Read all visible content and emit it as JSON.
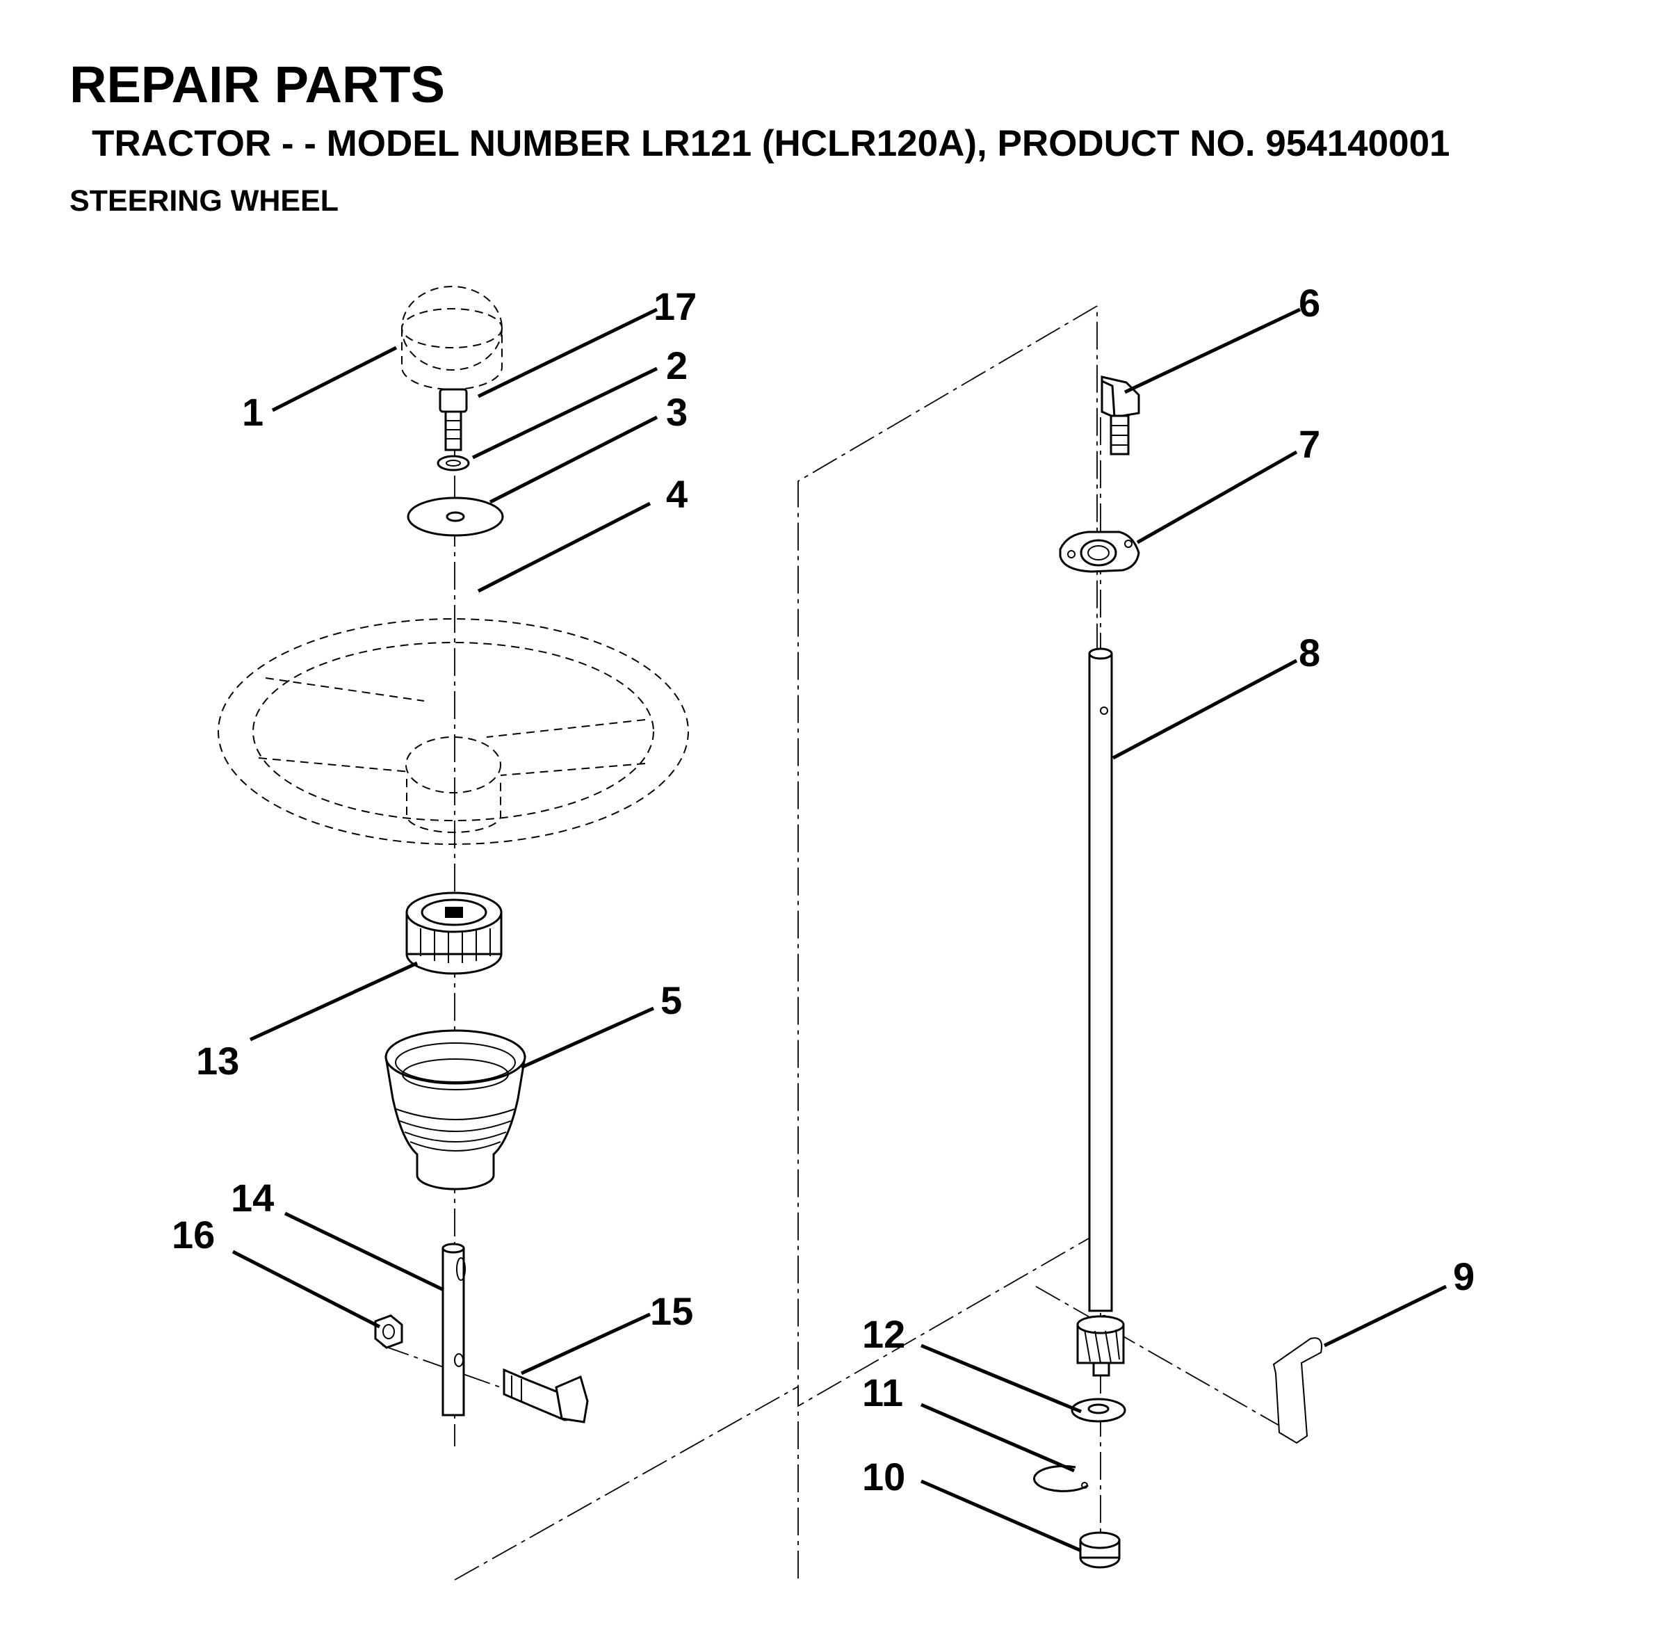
{
  "header": {
    "title": "REPAIR PARTS",
    "subtitle": "TRACTOR - - MODEL NUMBER LR121 (HCLR120A), PRODUCT NO. 954140001",
    "section": "STEERING WHEEL"
  },
  "callouts": {
    "c1": "1",
    "c2": "2",
    "c3": "3",
    "c4": "4",
    "c5": "5",
    "c6": "6",
    "c7": "7",
    "c8": "8",
    "c9": "9",
    "c10": "10",
    "c11": "11",
    "c12": "12",
    "c13": "13",
    "c14": "14",
    "c15": "15",
    "c16": "16",
    "c17": "17"
  }
}
